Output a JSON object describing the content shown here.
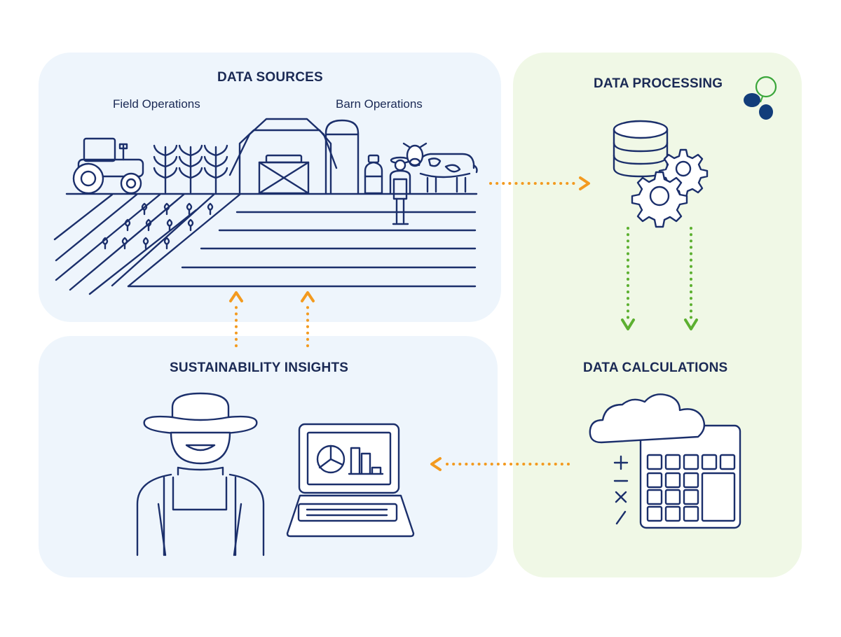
{
  "sources": {
    "title": "DATA SOURCES",
    "field_label": "Field Operations",
    "barn_label": "Barn Operations"
  },
  "processing": {
    "title": "DATA PROCESSING"
  },
  "calculations": {
    "title": "DATA CALCULATIONS"
  },
  "insights": {
    "title": "SUSTAINABILITY INSIGHTS"
  },
  "colors": {
    "navy": "#1b2f6b",
    "orange_arrow": "#f39a1f",
    "green_arrow": "#5cb030",
    "blue_panel": "#eef5fc",
    "green_panel": "#f0f8e6"
  }
}
